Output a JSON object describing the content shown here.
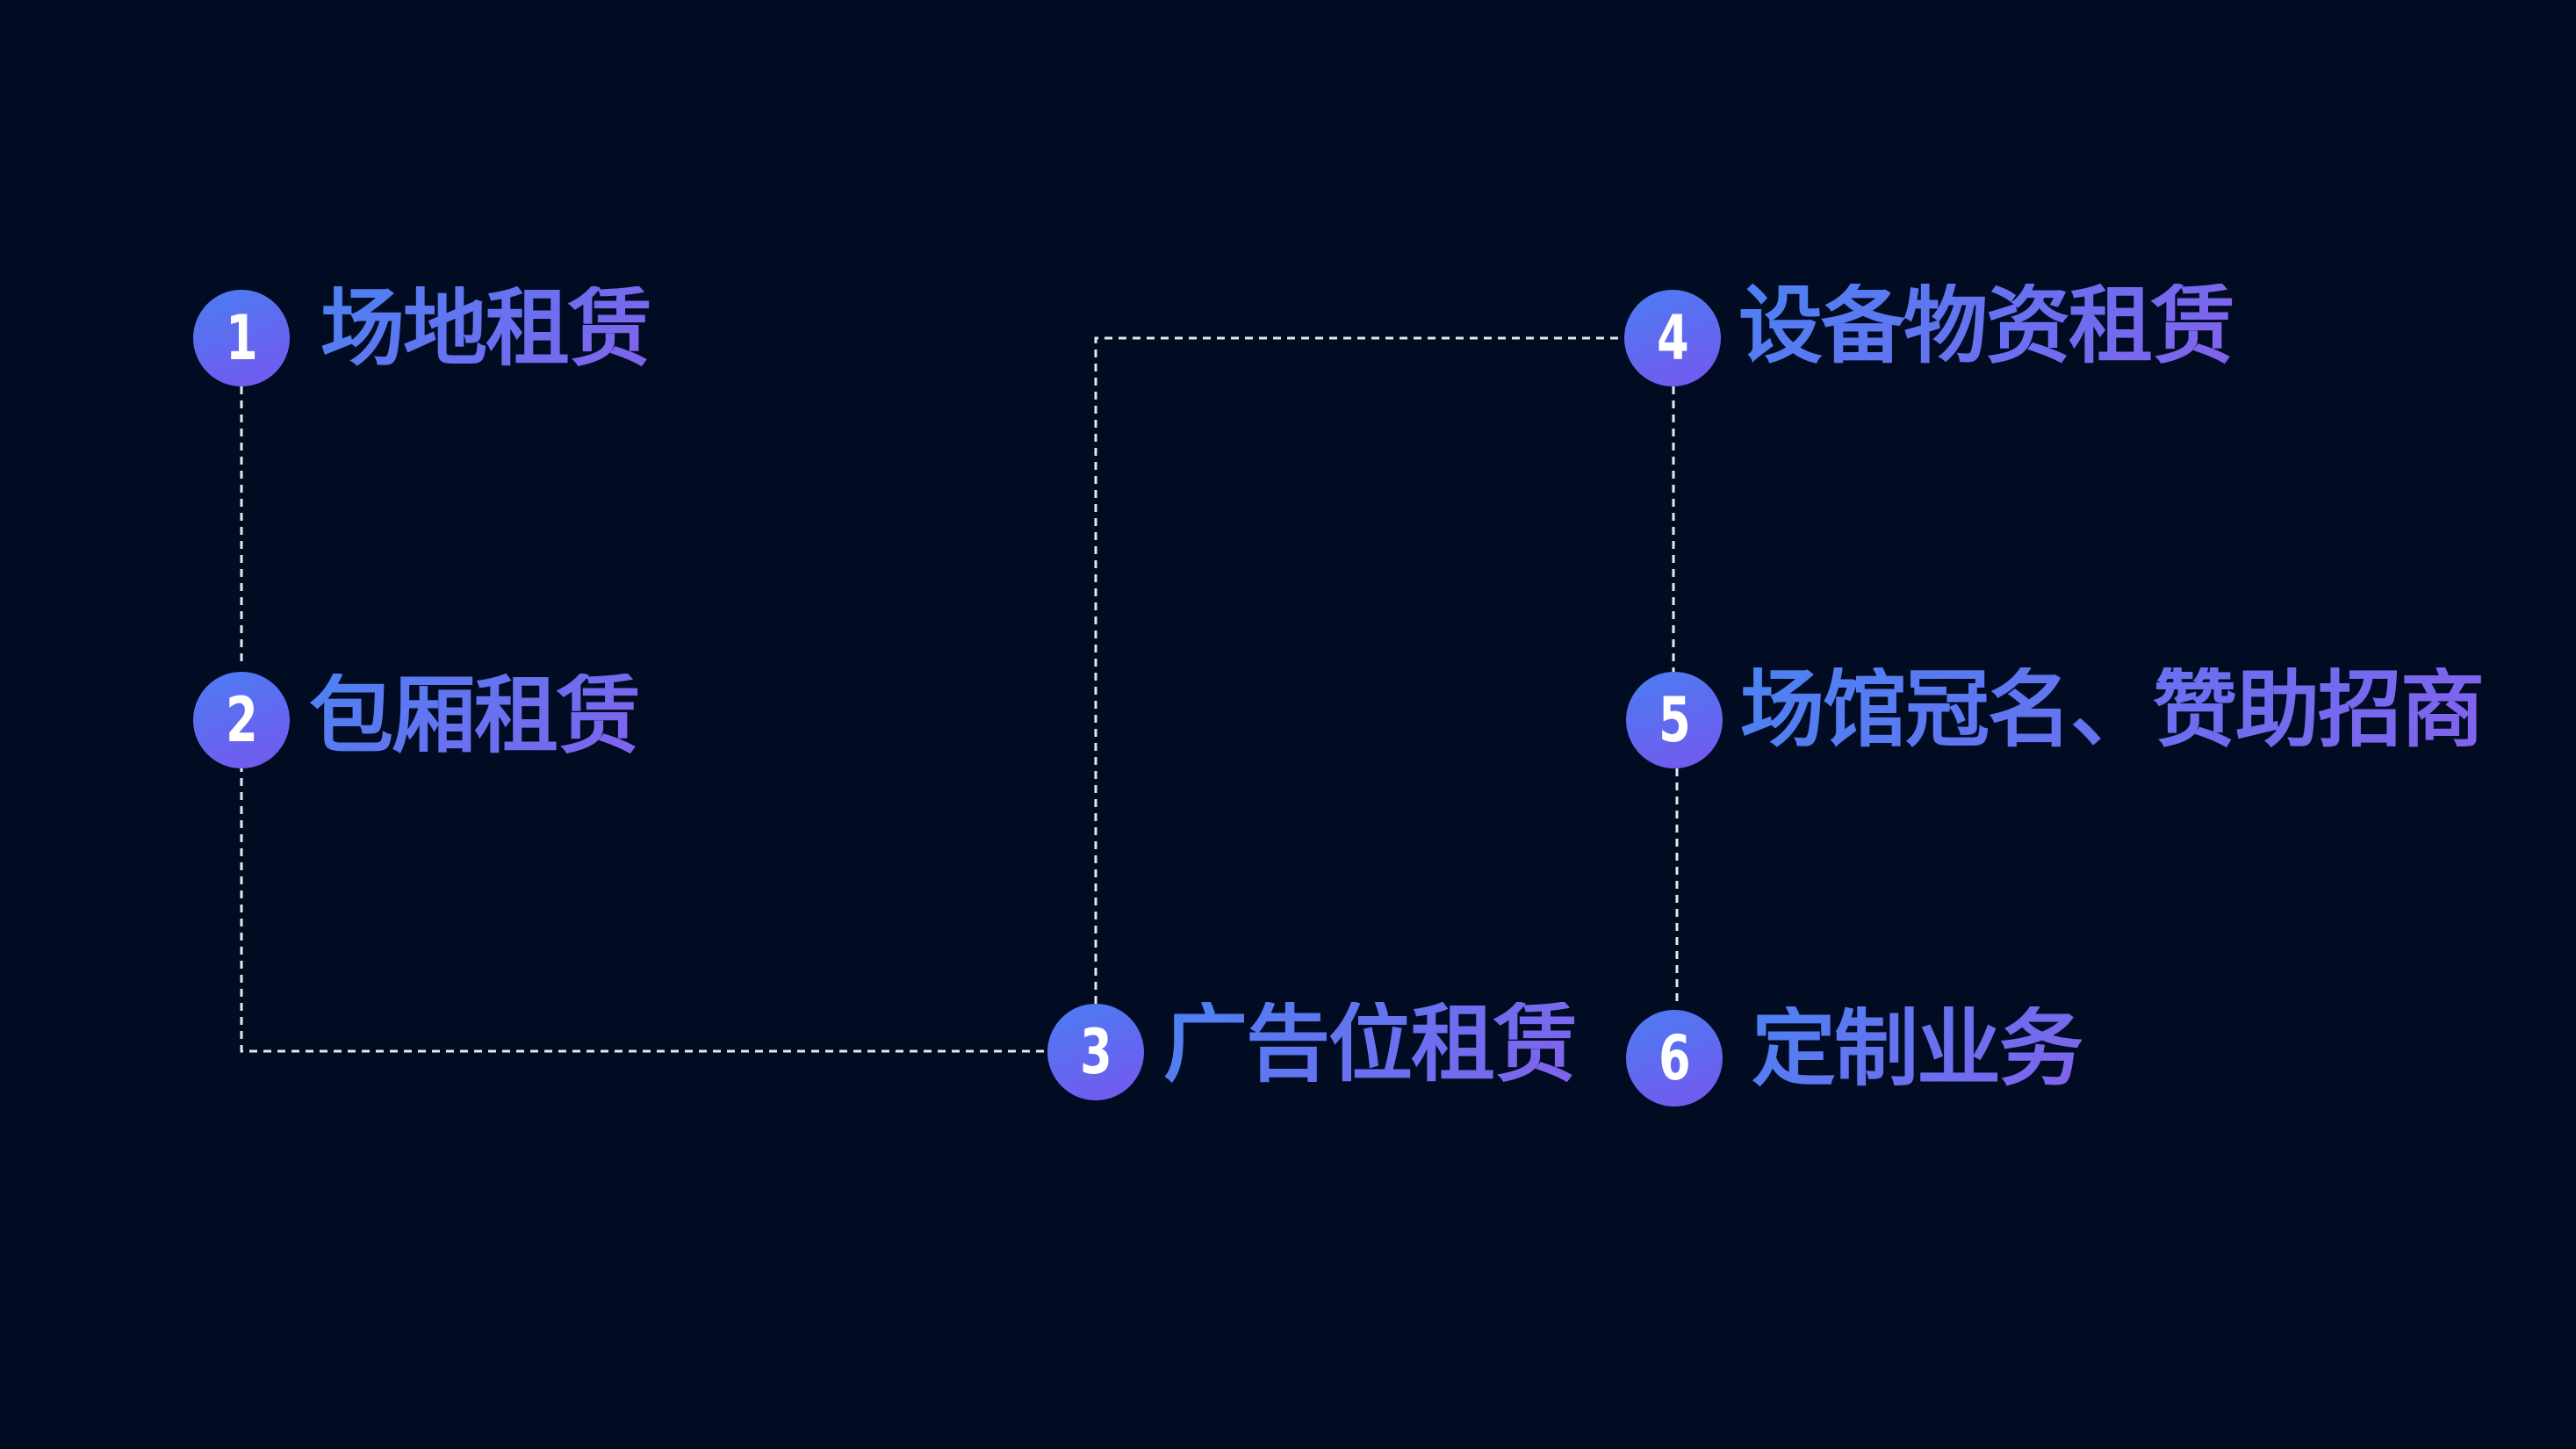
{
  "colors": {
    "background": "#010b22",
    "accent_start": "#4a7df2",
    "accent_end": "#7a5cf0",
    "connector": "#ffffff"
  },
  "items": [
    {
      "num": "1",
      "label": "场地租赁"
    },
    {
      "num": "2",
      "label": "包厢租赁"
    },
    {
      "num": "3",
      "label": "广告位租赁"
    },
    {
      "num": "4",
      "label": "设备物资租赁"
    },
    {
      "num": "5",
      "label": "场馆冠名、赞助招商"
    },
    {
      "num": "6",
      "label": "定制业务"
    }
  ]
}
